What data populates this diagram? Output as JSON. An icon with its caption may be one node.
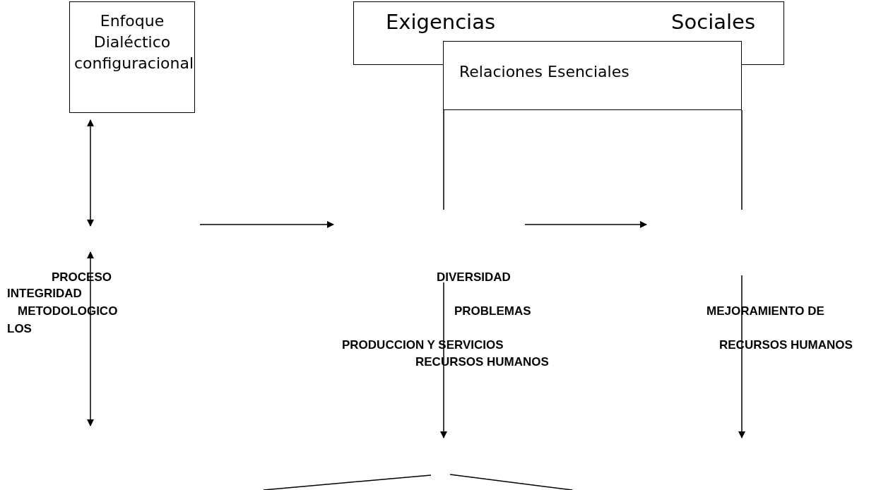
{
  "diagram": {
    "nodes": [
      {
        "text": [
          "Enfoque Dialéctico configuracional"
        ]
      },
      {
        "text": [
          "Exigencias Sociales"
        ]
      },
      {
        "text": [
          "Relaciones Esenciales"
        ]
      }
    ],
    "edges": [
      {
        "from": 0,
        "to": null,
        "arrow": "both"
      },
      {
        "from": 2,
        "to": null,
        "arrow": "none"
      },
      {
        "from": 2,
        "to": null,
        "arrow": "none"
      }
    ],
    "labels": [
      "PROCESO",
      "DIVERSIDAD",
      "INTEGRIDAD",
      "METODOLOGICO",
      "PROBLEMAS",
      "MEJORAMIENTO DE",
      "LOS",
      "PRODUCCION Y SERVICIOS",
      "RECURSOS HUMANOS",
      "RECURSOS HUMANOS"
    ]
  }
}
